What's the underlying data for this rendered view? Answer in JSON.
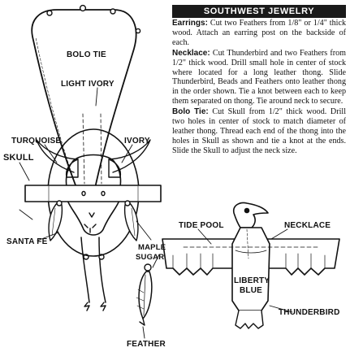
{
  "title": "SOUTHWEST JEWELRY",
  "instructions": [
    {
      "heading": "Earrings:",
      "body": "Cut two Feathers from 1/8\" or 1/4\" thick wood. Attach an earring post on the backside of each."
    },
    {
      "heading": "Necklace:",
      "body": "Cut Thunderbird and two Feathers from 1/2\" thick wood. Drill small hole in center of stock where located for a long leather thong. Slide Thunderbird, Beads and Feathers onto leather thong in the order shown. Tie a knot between each to keep them separated on thong. Tie around neck to secure."
    },
    {
      "heading": "Bolo Tie:",
      "body": "Cut Skull from 1/2\" thick wood. Drill two holes in center of stock to match diameter of leather thong. Thread each end of the thong into the holes in Skull as shown and tie a knot at the ends. Slide the Skull to adjust the neck size."
    }
  ],
  "labels": {
    "bolo_tie": "BOLO TIE",
    "light_ivory": "LIGHT IVORY",
    "turquoise": "TURQUOISE",
    "ivory": "IVORY",
    "skull": "SKULL",
    "santa_fe": "SANTA FE",
    "maple_sugar": [
      "MAPLE",
      "SUGAR"
    ],
    "feather": "FEATHER",
    "tide_pool": "TIDE POOL",
    "necklace": "NECKLACE",
    "liberty_blue": [
      "LIBERTY",
      "BLUE"
    ],
    "thunderbird": "THUNDERBIRD"
  },
  "colors": {
    "ink": "#111111",
    "paper": "#ffffff",
    "header_bg": "#1a1a1a"
  }
}
